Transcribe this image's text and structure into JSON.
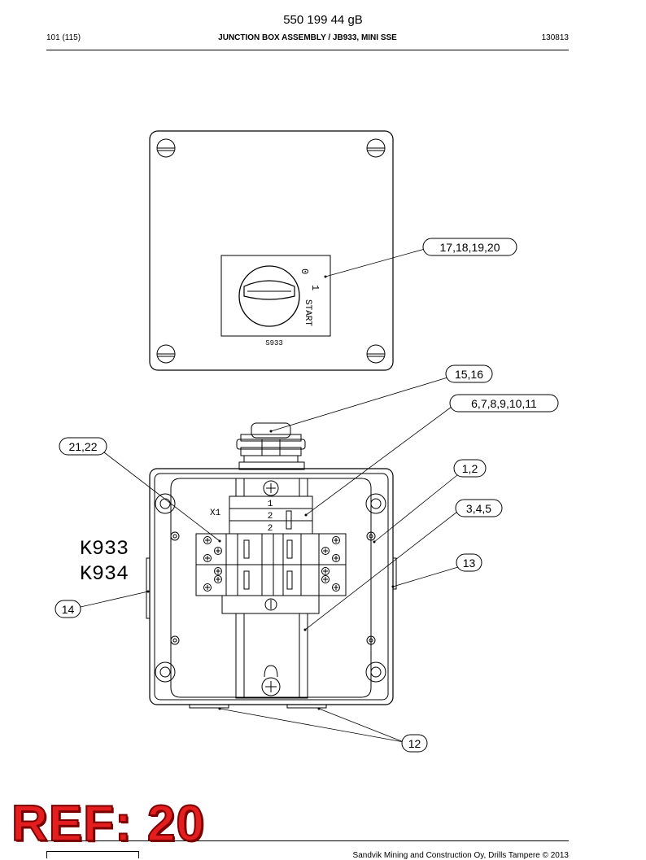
{
  "header": {
    "doc_number": "550 199 44 gB",
    "page": "101 (115)",
    "title": "JUNCTION BOX ASSEMBLY / JB933, MINI SSE",
    "date_code": "130813"
  },
  "drawing": {
    "switch_positions": {
      "off": "0",
      "on": "1",
      "start": "START"
    },
    "switch_label": "S933",
    "terminal_strip": "X1",
    "terminal_rows": [
      "1",
      "2",
      "2"
    ],
    "relay_labels": [
      "K933",
      "K934"
    ],
    "callouts": [
      {
        "id": "c-17",
        "text": "17,18,19,20"
      },
      {
        "id": "c-15",
        "text": "15,16"
      },
      {
        "id": "c-6",
        "text": "6,7,8,9,10,11"
      },
      {
        "id": "c-21",
        "text": "21,22"
      },
      {
        "id": "c-1",
        "text": "1,2"
      },
      {
        "id": "c-3",
        "text": "3,4,5"
      },
      {
        "id": "c-13",
        "text": "13"
      },
      {
        "id": "c-14",
        "text": "14"
      },
      {
        "id": "c-12",
        "text": "12"
      }
    ]
  },
  "ref": "REF: 20",
  "footer": {
    "copyright": "Sandvik Mining and Construction Oy, Drills Tampere © 2013"
  }
}
